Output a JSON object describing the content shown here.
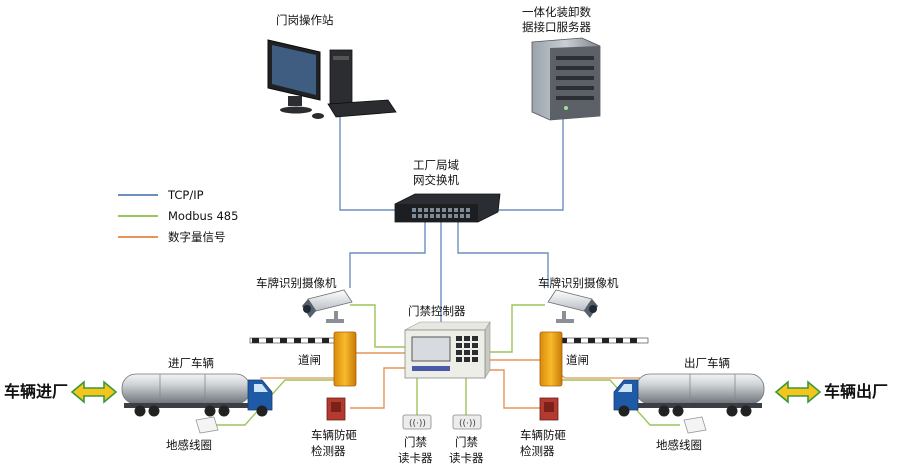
{
  "legend": {
    "tcp_ip": "TCP/IP",
    "modbus": "Modbus 485",
    "digital": "数字量信号"
  },
  "colors": {
    "tcp_ip": "#6c8fbf",
    "modbus": "#9bc45a",
    "digital": "#e8935a",
    "arrow_fill": "#f4c51c",
    "arrow_stroke": "#3a9a3a"
  },
  "nodes": {
    "workstation": "门岗操作站",
    "server_line1": "一体化装卸数",
    "server_line2": "据接口服务器",
    "switch_line1": "工厂局域",
    "switch_line2": "网交换机",
    "camera_left": "车牌识别摄像机",
    "camera_right": "车牌识别摄像机",
    "controller": "门禁控制器",
    "gate_left": "道闸",
    "gate_right": "道闸",
    "truck_in": "进厂车辆",
    "truck_out": "出厂车辆",
    "loop_left": "地感线圈",
    "loop_right": "地感线圈",
    "detector_left_line1": "车辆防砸",
    "detector_left_line2": "检测器",
    "detector_right_line1": "车辆防砸",
    "detector_right_line2": "检测器",
    "reader1_line1": "门禁",
    "reader1_line2": "读卡器",
    "reader2_line1": "门禁",
    "reader2_line2": "读卡器",
    "vehicle_in": "车辆进厂",
    "vehicle_out": "车辆出厂"
  }
}
